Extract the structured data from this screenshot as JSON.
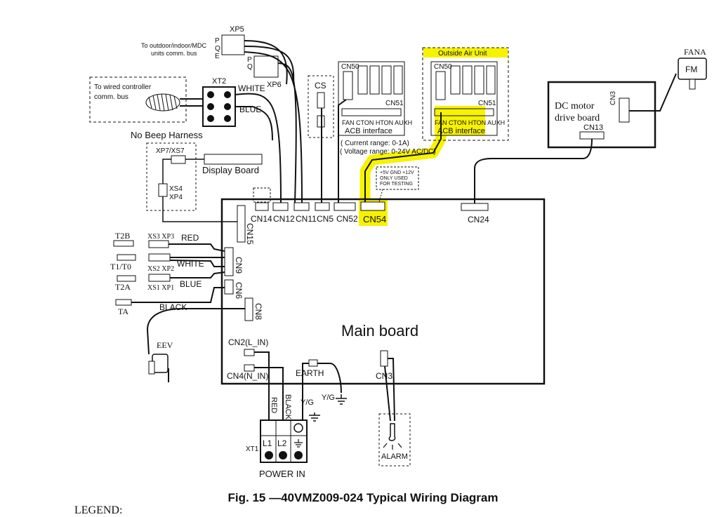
{
  "labels": {
    "xp5": "XP5",
    "p": "P",
    "q": "Q",
    "e": "E",
    "outdoor_bus_1": "To outdoor/indoor/MDC",
    "outdoor_bus_2": "units comm. bus",
    "xp6": "XP6",
    "xt2": "XT2",
    "white_top": "WHITE",
    "blue_top": "BLUE",
    "wired_ctrl_1": "To wired controller",
    "wired_ctrl_2": "comm. bus",
    "no_beep": "No Beep Harness",
    "xp7": "XP7/XS7",
    "display_board": "Display Board",
    "xs4": "XS4",
    "xp4": "XP4",
    "cs": "CS",
    "cn50a": "CN50",
    "cn51a": "CN51",
    "fan_row_a": "FAN CTON HTON AUXH",
    "acb_a": "ACB interface",
    "current_range": "( Current range: 0-1A)",
    "voltage_range": "( Voltage range: 0-24V AC/DC)",
    "outside_air": "Outside Air Unit",
    "cn50b": "CN50",
    "cn51b": "CN51",
    "fan_row_b": "FAN CTON HTON AUXH",
    "acb_b": "ACB interface",
    "fana": "FANA",
    "fm": "FM",
    "dc_motor_1": "DC motor",
    "dc_motor_2": "drive board",
    "cn13": "CN13",
    "cn3_top": "CN3",
    "test_1": "+5V GND +12V",
    "test_2": "ONLY USED",
    "test_3": "FOR TESTING",
    "cn14": "CN14",
    "cn12": "CN12",
    "cn11": "CN11",
    "cn5": "CN5",
    "cn52": "CN52",
    "cn54": "CN54",
    "cn24": "CN24",
    "cn15": "CN15",
    "cn9": "CN9",
    "cn6": "CN6",
    "cn8": "CN8",
    "t2b": "T2B",
    "xs3xp3": "XS3 XP3",
    "red_left": "RED",
    "t1t0": "T1/T0",
    "xs2xp2": "XS2 XP2",
    "white_left": "WHITE",
    "t2a": "T2A",
    "xs1xp1": "XS1 XP1",
    "blue_left": "BLUE",
    "ta": "TA",
    "black_left": "BLACK",
    "eev": "EEV",
    "main_board": "Main board",
    "cn2": "CN2(L_IN)",
    "cn4": "CN4(N_IN)",
    "earth": "EARTH",
    "yg1": "Y/G",
    "yg2": "Y/G",
    "cn3_bottom": "CN3",
    "red_v": "RED",
    "black_v": "BLACK",
    "l1": "L1",
    "l2": "L2",
    "xt1": "XT1",
    "power_in": "POWER IN",
    "alarm": "ALARM"
  },
  "caption": "Fig. 15 —40VMZ009-024 Typical Wiring Diagram",
  "legend": "LEGEND:",
  "colors": {
    "highlight": "#f7f200",
    "line": "#111111"
  }
}
